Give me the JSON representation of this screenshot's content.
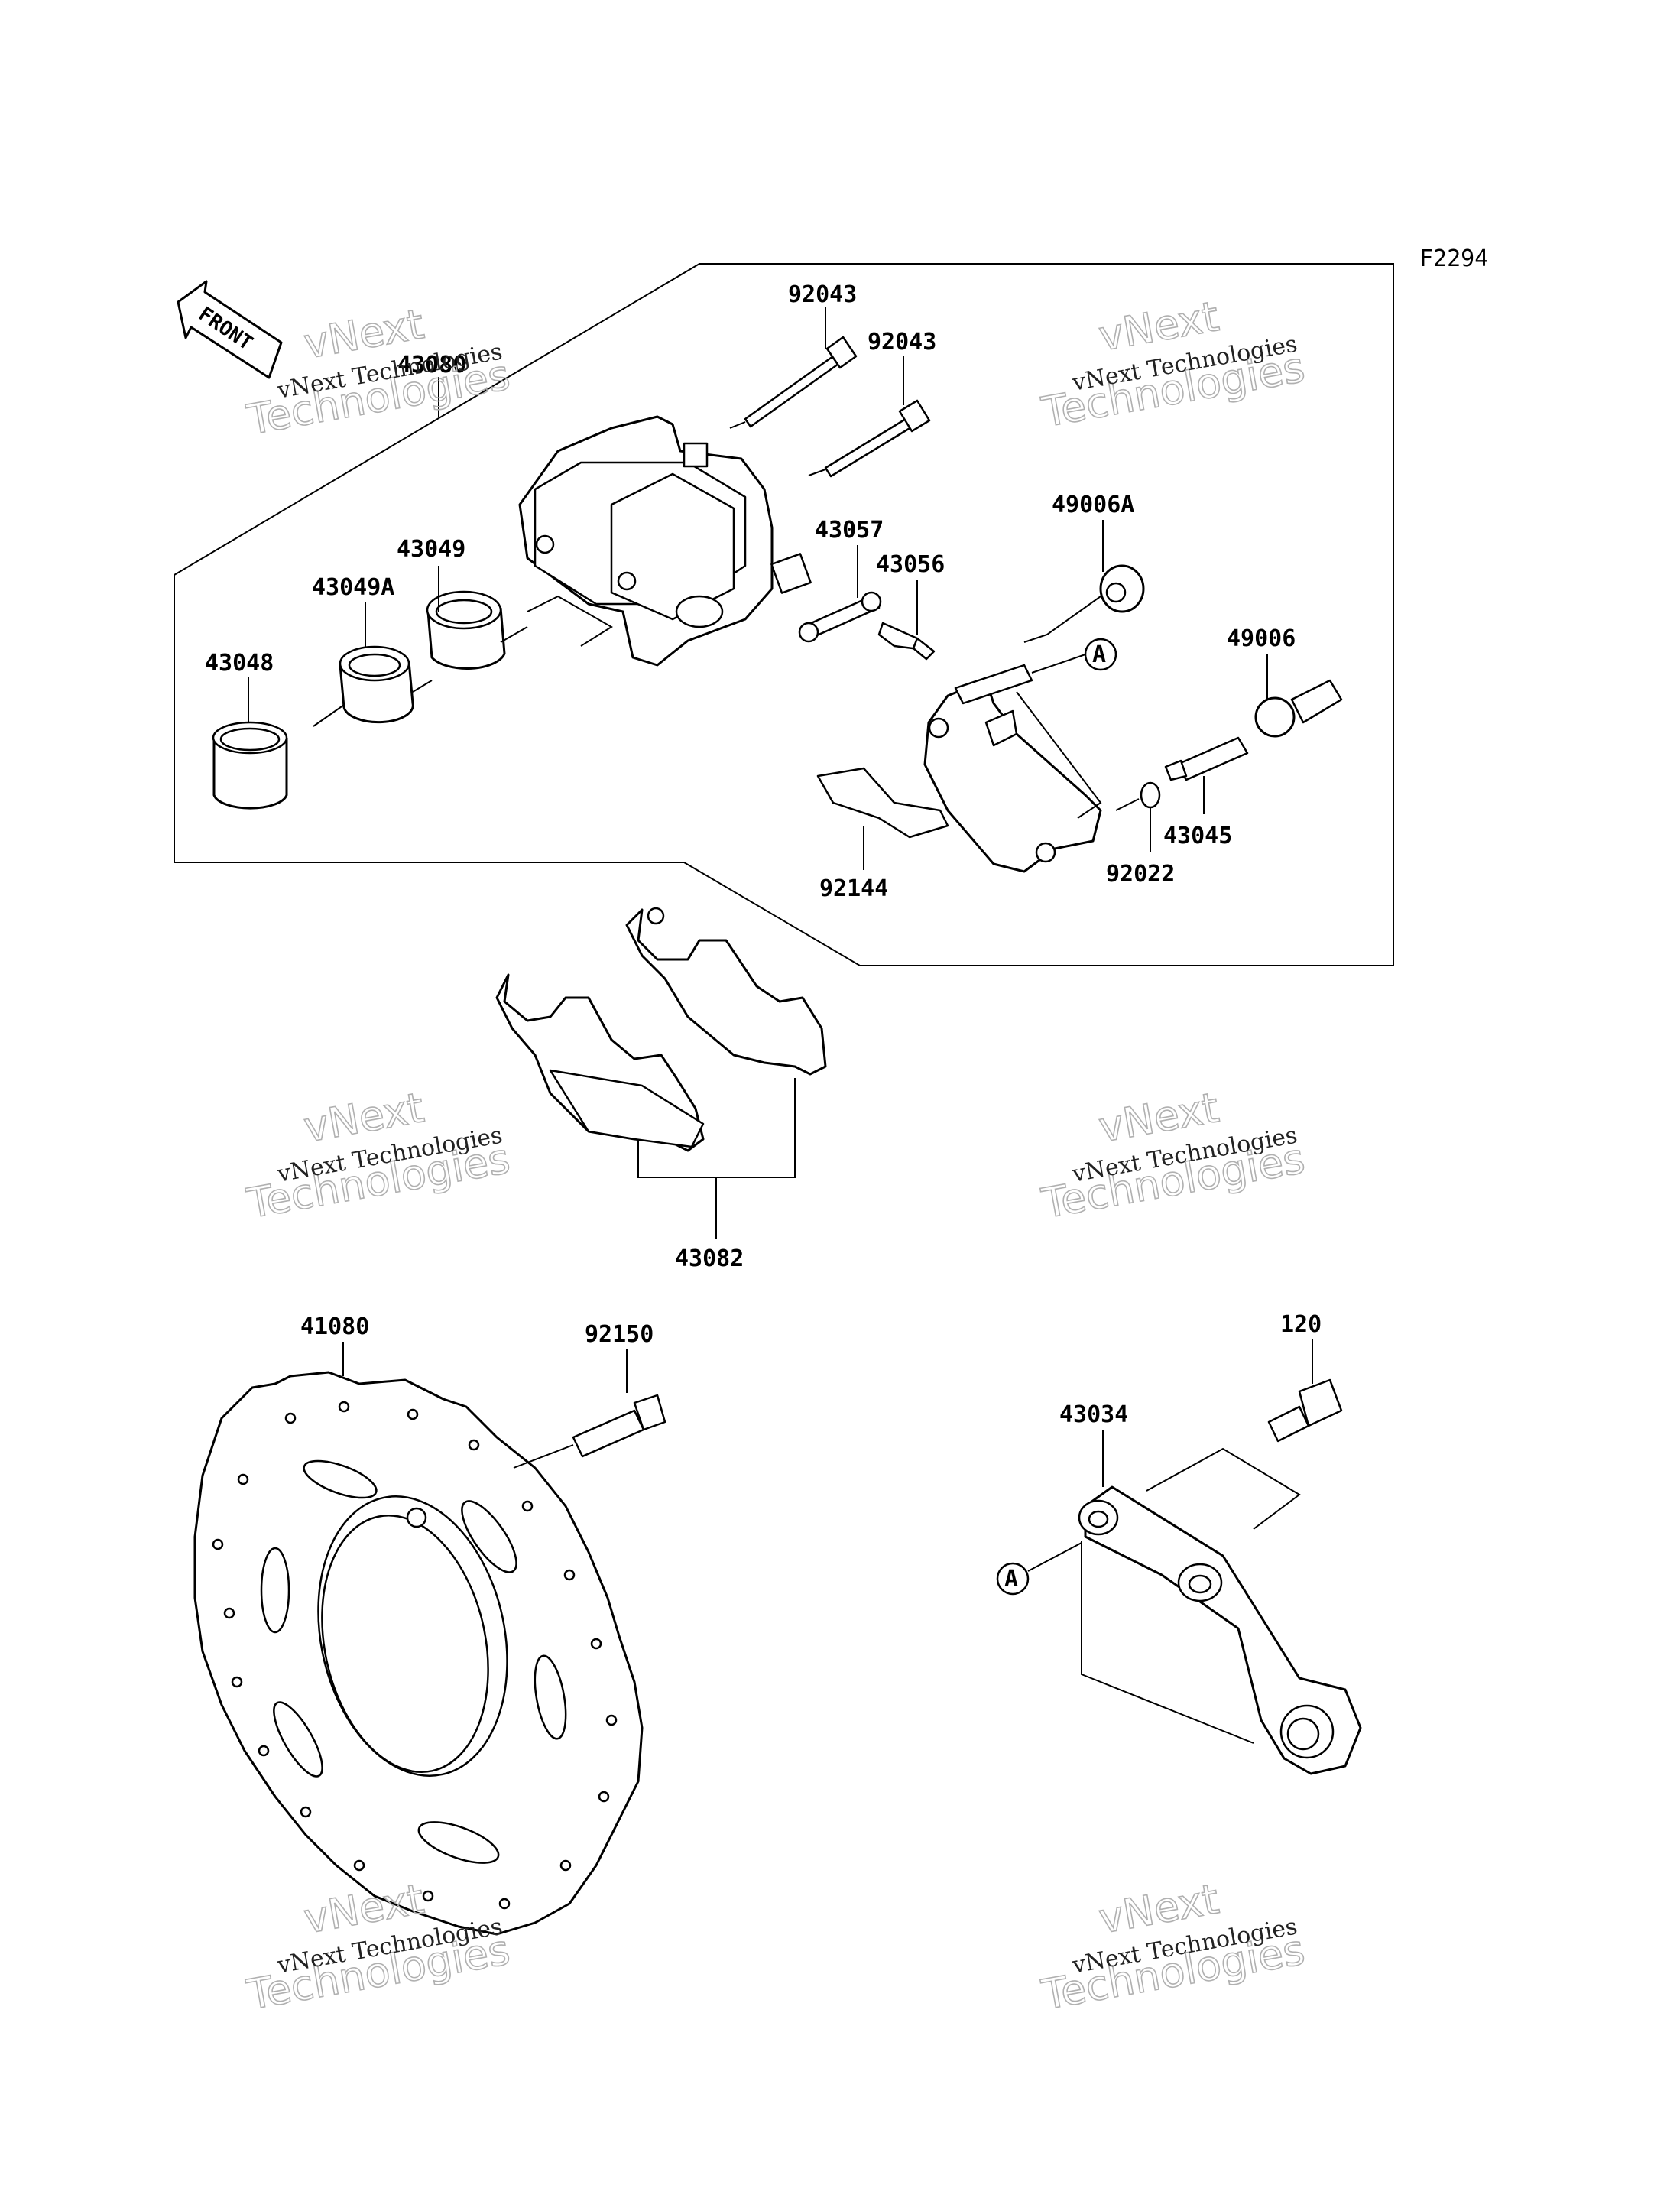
{
  "diagram_ref": "F2294",
  "front_label": "FRONT",
  "callout_marker": "A",
  "watermark": {
    "line1": "vNext Technologies",
    "line2": "vNext",
    "line3": "Technologies"
  },
  "parts": {
    "p92043a": "92043",
    "p92043b": "92043",
    "p43080": "43080",
    "p43049": "43049",
    "p43049A": "43049A",
    "p43048": "43048",
    "p43057": "43057",
    "p43056": "43056",
    "p49006A": "49006A",
    "p49006": "49006",
    "p43045": "43045",
    "p92022": "92022",
    "p92144": "92144",
    "p43082": "43082",
    "p41080": "41080",
    "p92150": "92150",
    "p120": "120",
    "p43034": "43034"
  }
}
